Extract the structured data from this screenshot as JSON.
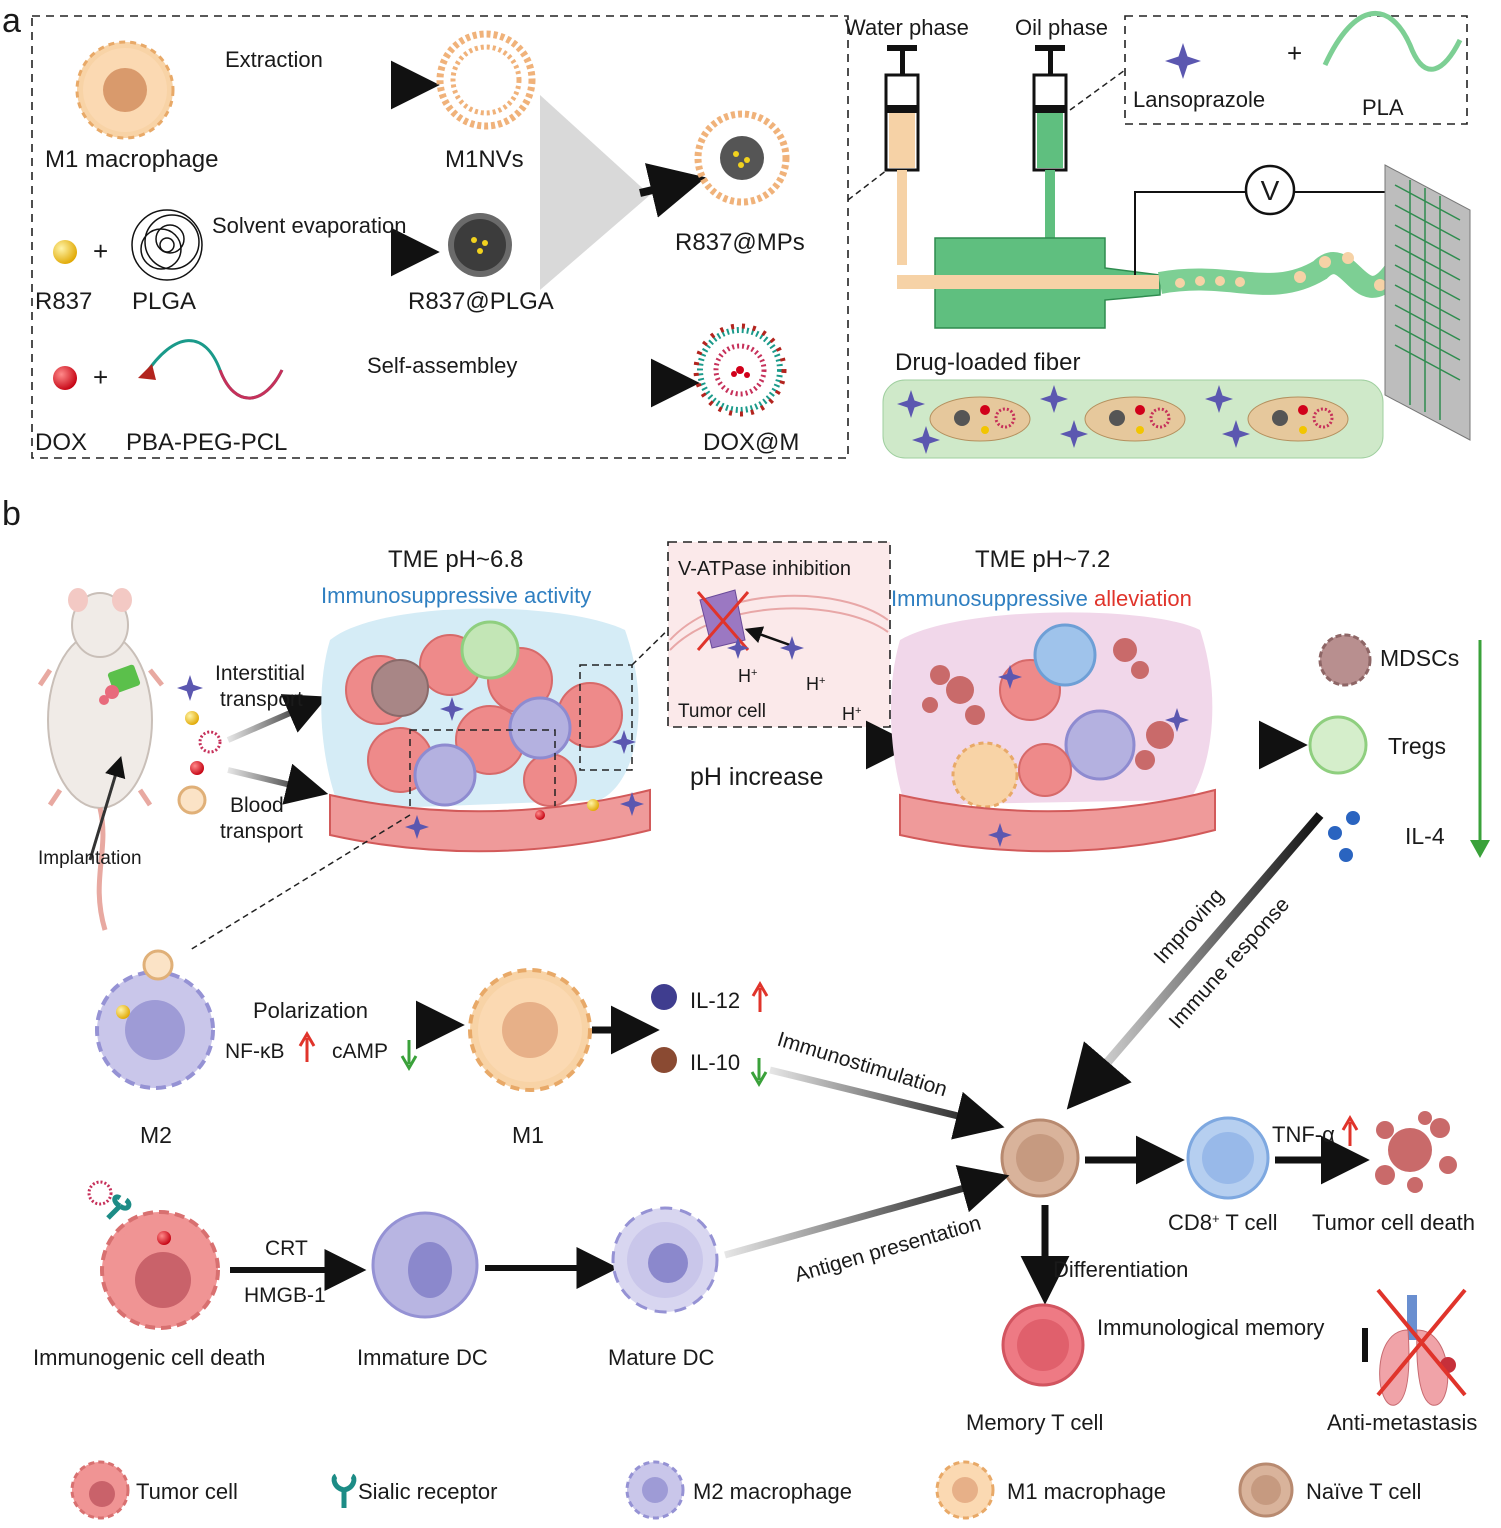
{
  "panel_a": {
    "letter": "a",
    "m1_macrophage": "M1 macrophage",
    "extraction": "Extraction",
    "m1nvs": "M1NVs",
    "r837": "R837",
    "plga": "PLGA",
    "solvent_evaporation": "Solvent evaporation",
    "r837_plga": "R837@PLGA",
    "r837_mps": "R837@MPs",
    "dox": "DOX",
    "pba_peg_pcl": "PBA-PEG-PCL",
    "self_assembly": "Self-assembley",
    "dox_m": "DOX@M",
    "water_phase": "Water phase",
    "oil_phase": "Oil phase",
    "lansoprazole": "Lansoprazole",
    "pla": "PLA",
    "voltage": "V",
    "drug_loaded_fiber": "Drug-loaded fiber",
    "plus": "+"
  },
  "panel_b": {
    "letter": "b",
    "tme_68": "TME pH~6.8",
    "immunosuppressive_activity": "Immunosuppressive activity",
    "vatpase_inhibition": "V-ATPase inhibition",
    "h_plus": "H",
    "plus_sup": "+",
    "tumor_cell_inset": "Tumor cell",
    "tme_72": "TME pH~7.2",
    "immunosuppressive": "Immunosuppressive",
    "alleviation": "alleviation",
    "interstitial_transport_1": "Interstitial",
    "interstitial_transport_2": "transport",
    "blood_transport_1": "Blood",
    "blood_transport_2": "transport",
    "implantation": "Implantation",
    "ph_increase": "pH increase",
    "mdscs": "MDSCs",
    "tregs": "Tregs",
    "il4": "IL-4",
    "improving": "Improving",
    "immune_response": "Immune response",
    "polarization": "Polarization",
    "nfkb": "NF-κB",
    "camp": "cAMP",
    "m2": "M2",
    "m1": "M1",
    "il12": "IL-12",
    "il10": "IL-10",
    "immunostimulation": "Immunostimulation",
    "tnf_alpha": "TNF-α",
    "cd8_prefix": "CD8",
    "cd8_suffix": " T cell",
    "tumor_cell_death": "Tumor cell death",
    "crt": "CRT",
    "hmgb1": "HMGB-1",
    "immunogenic_cell_death": "Immunogenic cell death",
    "immature_dc": "Immature DC",
    "mature_dc": "Mature DC",
    "antigen_presentation": "Antigen presentation",
    "differentiation": "Differentiation",
    "immunological_memory": "Immunological memory",
    "memory_t_cell": "Memory T cell",
    "anti_metastasis": "Anti-metastasis"
  },
  "legend": {
    "tumor_cell": "Tumor cell",
    "sialic_receptor": "Sialic receptor",
    "m2_macrophage": "M2 macrophage",
    "m1_macrophage": "M1 macrophage",
    "naive_t_cell": "Naïve T cell"
  },
  "colors": {
    "m1": "#f6c48f",
    "m2": "#a9a6dc",
    "tumor": "#ea7a7a",
    "naive_t": "#cfa58a",
    "cd8": "#8eb4e6",
    "memory": "#e8606a",
    "treg": "#bfe3b3",
    "green_fiber": "#5fbf7f",
    "lanso": "#5b57b0",
    "blue_text": "#2f7fc1",
    "red_text": "#e0342b",
    "up_arrow": "#e0342b",
    "down_arrow": "#3aa13a"
  }
}
